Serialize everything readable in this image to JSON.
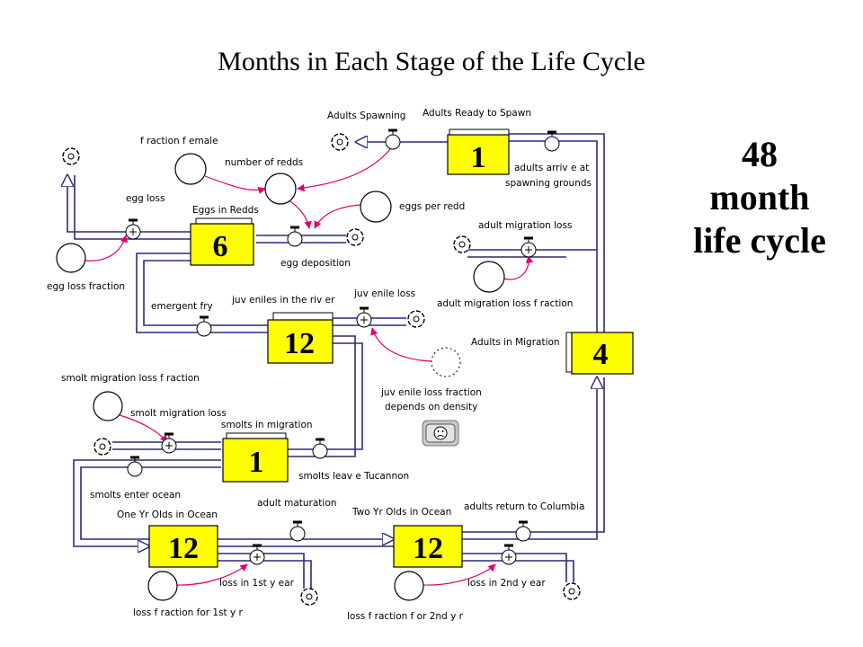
{
  "title": "Months in Each Stage of the Life Cycle",
  "summary": {
    "line1": "48",
    "line2": "month",
    "line3": "life cycle"
  },
  "stocks": {
    "adults_ready": {
      "label": "Adults Ready to Spawn",
      "months": "1"
    },
    "eggs": {
      "label": "Eggs in Redds",
      "months": "6"
    },
    "juveniles": {
      "label": "juv eniles in the riv er",
      "months": "12"
    },
    "adults_migration": {
      "label": "Adults in Migration",
      "months": "4"
    },
    "smolts": {
      "label": "smolts in migration",
      "months": "1"
    },
    "one_yr": {
      "label": "One Yr Olds in Ocean",
      "months": "12"
    },
    "two_yr": {
      "label": "Two Yr Olds in Ocean",
      "months": "12"
    }
  },
  "flows": {
    "adults_spawning": "Adults Spawning",
    "adults_arrive": "adults arriv e at",
    "adults_arrive_2": "spawning grounds",
    "egg_loss": "egg loss",
    "egg_deposition": "egg deposition",
    "emergent_fry": "emergent fry",
    "juvenile_loss": "juv enile loss",
    "adult_migration_loss": "adult migration loss",
    "smolt_migration_loss": "smolt migration loss",
    "smolts_leave": "smolts leav e Tucannon",
    "smolts_enter_ocean": "smolts enter ocean",
    "adult_maturation": "adult maturation",
    "adults_return": "adults return to Columbia",
    "loss_1st": "loss in 1st y ear",
    "loss_2nd": "loss in 2nd y ear"
  },
  "auxiliaries": {
    "fraction_female": "f raction f emale",
    "number_of_redds": "number of redds",
    "eggs_per_redd": "eggs per redd",
    "egg_loss_fraction": "egg loss fraction",
    "adult_migration_loss_fraction": "adult migration loss f raction",
    "smolt_migration_loss_fraction": "smolt migration loss f raction",
    "loss_fraction_1st": "loss f raction for 1st y r",
    "loss_fraction_2nd": "loss f raction f or 2nd y r"
  },
  "note": {
    "line1": "juv enile loss fraction",
    "line2": "depends on density"
  }
}
